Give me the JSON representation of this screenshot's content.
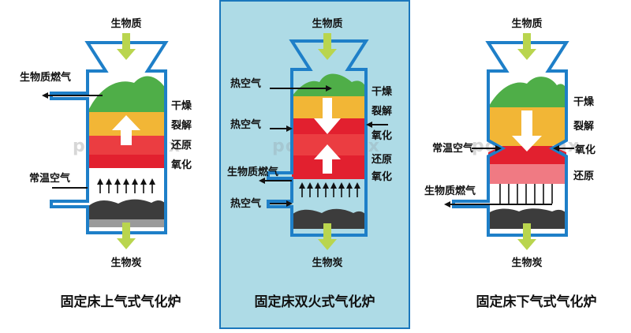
{
  "watermark": "powermax",
  "colors": {
    "panel_bg": "#aedbe6",
    "panel_border": "#1b77bc",
    "wall": "#1e7fc8",
    "drying": "#4fae48",
    "pyrolysis": "#f2b636",
    "reduction_updraft": "#eb3d41",
    "reduction_downdraft": "#f07a83",
    "oxidation": "#e2202f",
    "ash": "#3c3c3c",
    "grate_gray": "#9a9a9a",
    "feed_arrow": "#b9d54e",
    "flow_arrow": "#111111",
    "inner_arrow": "#ffffff"
  },
  "updraft": {
    "caption": "固定床上气式气化炉",
    "feed": "生物质",
    "gas_out": "生物质燃气",
    "air_in": "常温空气",
    "product": "生物炭",
    "zones": [
      "干燥",
      "裂解",
      "还原",
      "氧化"
    ]
  },
  "twin_fire": {
    "caption": "固定床双火式气化炉",
    "feed": "生物质",
    "hot_air_top": "热空气",
    "hot_air_mid": "热空气",
    "gas_out": "生物质燃气",
    "hot_air_bottom": "热空气",
    "product": "生物炭",
    "zones": [
      "干燥",
      "裂解",
      "氧化",
      "还原",
      "氧化"
    ]
  },
  "downdraft": {
    "caption": "固定床下气式气化炉",
    "feed": "生物质",
    "air_in_left": "常温空气",
    "air_in_right": "氧化",
    "gas_out": "生物质燃气",
    "product": "生物炭",
    "zones": [
      "干燥",
      "裂解",
      "还原"
    ]
  }
}
